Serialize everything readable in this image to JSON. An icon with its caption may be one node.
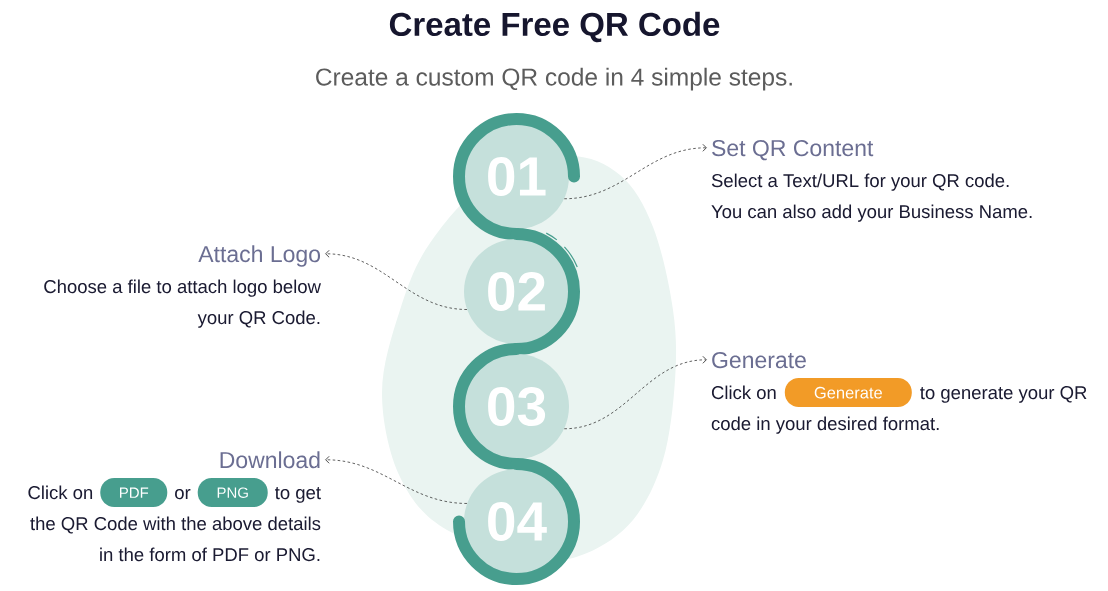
{
  "diagram": {
    "title": "Create Free QR Code",
    "nodes": [
      {
        "text": [
          "01"
        ]
      },
      {
        "text": [
          "02"
        ]
      },
      {
        "text": [
          "03"
        ]
      },
      {
        "text": [
          "04"
        ]
      },
      {
        "text": [
          "Set QR Content",
          "Select a Text/URL for your QR code.",
          "You can also add your Business Name."
        ]
      },
      {
        "text": [
          "Attach Logo",
          "Choose a file to attach logo below your QR Code."
        ]
      },
      {
        "text": [
          "Generate",
          "Click on",
          "to generate your QR",
          "code in your desired format."
        ]
      },
      {
        "text": [
          "Generate"
        ],
        "in": 6
      },
      {
        "text": [
          "Download",
          "Click on",
          "or",
          "to get",
          "the QR Code with the above details in the form of PDF or PNG."
        ]
      },
      {
        "text": [
          "PDF"
        ],
        "in": 8
      },
      {
        "text": [
          "PNG"
        ],
        "in": 8
      }
    ],
    "edges": [
      {
        "from": 0,
        "to": 4,
        "arrow": "to",
        "style": "dashed"
      },
      {
        "from": 1,
        "to": 5,
        "arrow": "to",
        "style": "dashed"
      },
      {
        "from": 2,
        "to": 6,
        "arrow": "to",
        "style": "dashed"
      },
      {
        "from": 3,
        "to": 8,
        "arrow": "to",
        "style": "dashed"
      }
    ],
    "labels": [
      "Create a custom QR code in 4 simple steps."
    ]
  }
}
